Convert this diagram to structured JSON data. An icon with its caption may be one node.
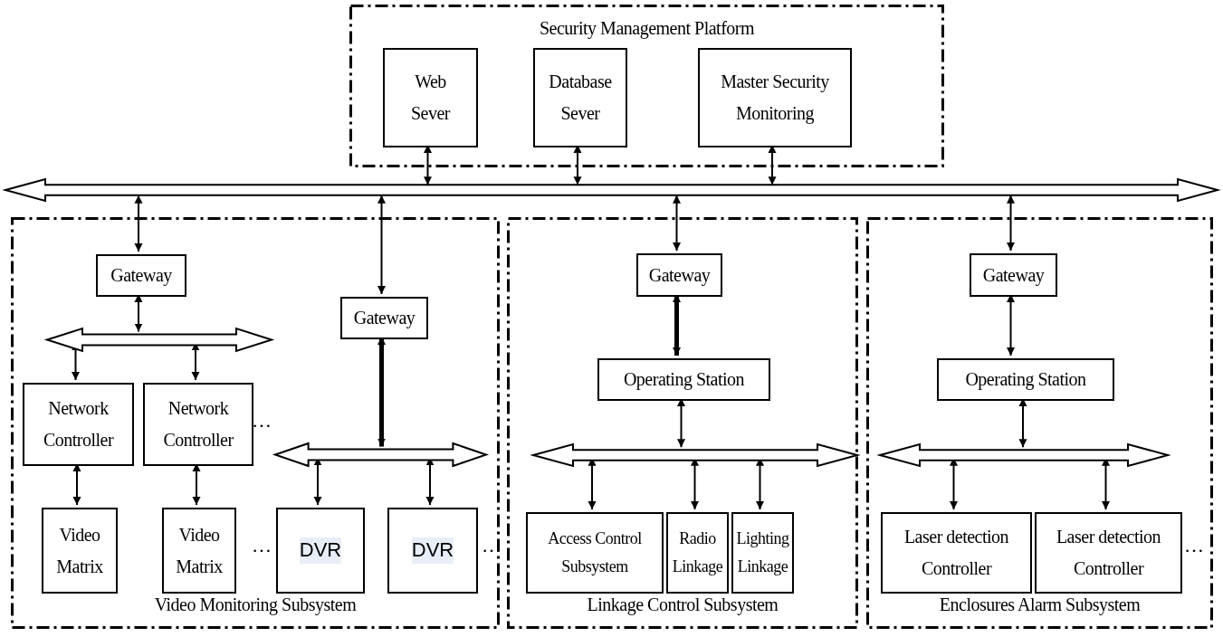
{
  "diagram": {
    "nodes": [
      {
        "text": [
          "Security Management Platform"
        ]
      },
      {
        "text": [
          "Web Sever"
        ],
        "in": 0
      },
      {
        "text": [
          "Database Sever"
        ],
        "in": 0
      },
      {
        "text": [
          "Master Security Monitoring"
        ],
        "in": 0
      },
      {
        "text": [],
        "shape": "bar"
      },
      {
        "text": [
          "Video Monitoring Subsystem"
        ]
      },
      {
        "text": [
          "Gateway"
        ],
        "in": 5
      },
      {
        "text": [],
        "shape": "bar",
        "in": 5
      },
      {
        "text": [
          "Network Controller"
        ],
        "in": 5
      },
      {
        "text": [
          "Network Controller"
        ],
        "in": 5
      },
      {
        "text": [
          "Video Matrix"
        ],
        "in": 5
      },
      {
        "text": [
          "Video Matrix"
        ],
        "in": 5
      },
      {
        "text": [
          "Gateway"
        ],
        "in": 5
      },
      {
        "text": [],
        "shape": "bar",
        "in": 5
      },
      {
        "text": [
          "DVR"
        ],
        "in": 5
      },
      {
        "text": [
          "DVR"
        ],
        "in": 5
      },
      {
        "text": [
          "Linkage Control Subsystem"
        ]
      },
      {
        "text": [
          "Gateway"
        ],
        "in": 16
      },
      {
        "text": [
          "Operating Station"
        ],
        "in": 16
      },
      {
        "text": [],
        "shape": "bar",
        "in": 16
      },
      {
        "text": [
          "Access Control Subsystem"
        ],
        "in": 16
      },
      {
        "text": [
          "Radio Linkage"
        ],
        "in": 16
      },
      {
        "text": [
          "Lighting Linkage"
        ],
        "in": 16
      },
      {
        "text": [
          "Enclosures Alarm Subsystem"
        ]
      },
      {
        "text": [
          "Gateway"
        ],
        "in": 23
      },
      {
        "text": [
          "Operating Station"
        ],
        "in": 23
      },
      {
        "text": [],
        "shape": "bar",
        "in": 23
      },
      {
        "text": [
          "Laser detection Controller"
        ],
        "in": 23
      },
      {
        "text": [
          "Laser detection Controller"
        ],
        "in": 23
      }
    ],
    "edges": [
      {
        "from": 1,
        "to": 4,
        "arrow": "both"
      },
      {
        "from": 2,
        "to": 4,
        "arrow": "both"
      },
      {
        "from": 3,
        "to": 4,
        "arrow": "both"
      },
      {
        "from": 4,
        "to": 6,
        "arrow": "both"
      },
      {
        "from": 4,
        "to": 12,
        "arrow": "both"
      },
      {
        "from": 6,
        "to": 7,
        "arrow": "both"
      },
      {
        "from": 7,
        "to": 8,
        "arrow": "both"
      },
      {
        "from": 7,
        "to": 9,
        "arrow": "both"
      },
      {
        "from": 8,
        "to": 10,
        "arrow": "both"
      },
      {
        "from": 9,
        "to": 11,
        "arrow": "both"
      },
      {
        "from": 12,
        "to": 13,
        "arrow": "both",
        "style": "thick"
      },
      {
        "from": 13,
        "to": 14,
        "arrow": "both"
      },
      {
        "from": 13,
        "to": 15,
        "arrow": "both"
      },
      {
        "from": 4,
        "to": 17,
        "arrow": "both"
      },
      {
        "from": 17,
        "to": 18,
        "arrow": "both",
        "style": "thick"
      },
      {
        "from": 18,
        "to": 19,
        "arrow": "both"
      },
      {
        "from": 19,
        "to": 20,
        "arrow": "both"
      },
      {
        "from": 19,
        "to": 21,
        "arrow": "both"
      },
      {
        "from": 19,
        "to": 22,
        "arrow": "both"
      },
      {
        "from": 4,
        "to": 24,
        "arrow": "both"
      },
      {
        "from": 24,
        "to": 25,
        "arrow": "both"
      },
      {
        "from": 25,
        "to": 26,
        "arrow": "both"
      },
      {
        "from": 26,
        "to": 27,
        "arrow": "both"
      },
      {
        "from": 26,
        "to": 28,
        "arrow": "both"
      }
    ],
    "labels": [
      "…",
      "…",
      "…",
      "…"
    ]
  }
}
